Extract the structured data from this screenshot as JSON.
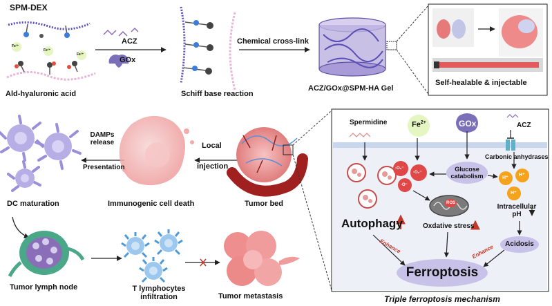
{
  "colors": {
    "polymer_purple": "#5b4fb5",
    "hyaluronic_pink": "#e8b7d6",
    "hydrogel_lavender": "#9e8ad0",
    "tumor_red": "#c0392b",
    "cell_pink": "#f3a8a8",
    "dc_purple": "#9a8fd8",
    "tcell_blue": "#4f9bd8",
    "membrane_blue": "#c9d7ee",
    "panel_bg": "#eef0f8",
    "ferroptosis_bubble": "#c8c2e8",
    "fe_green": "#e6f6c2",
    "gox_purple": "#7a6fb8",
    "h_orange": "#f5a21c",
    "enhance_red": "#c0392b"
  },
  "top": {
    "spm_dex": "SPM-DEX",
    "acz": "ACZ",
    "gox": "GOx",
    "ald_hyaluronic_acid": "Ald-hyaluronic acid",
    "schiff_base": "Schiff base reaction",
    "chemical_crosslink": "Chemical cross-link",
    "gel_name": "ACZ/GOx@SPM-HA Gel",
    "self_healable": "Self-healable & injectable",
    "fe_ion": "Fe²⁺"
  },
  "left": {
    "damps": "DAMPs\nrelease",
    "presentation": "Presentation",
    "local": "Local",
    "injection": "injection",
    "dc_maturation": "DC maturation",
    "icd": "Immunogenic cell death",
    "tumor_bed": "Tumor bed",
    "tumor_lymph_node": "Tumor lymph node",
    "t_lymph": "T lymphocytes\ninfiltration",
    "tumor_metastasis": "Tumor metastasis"
  },
  "mech": {
    "spermidine": "Spermidine",
    "fe": "Fe",
    "fe_sup": "2+",
    "gox": "GOx",
    "acz": "ACZ",
    "carbonic": "Carbonic anhydrases",
    "glucose": "Glucose\ncatabolism",
    "ros_o2": "·O₂⁻",
    "ros_o2b": "·O₂⁻",
    "ros_oh": "·O⁻",
    "ros_label": "ROS",
    "h_plus": "H⁺",
    "intracellular_ph": "Intracellular\npH",
    "autophagy": "Autophagy",
    "oxidative_stress": "Oxdative stress",
    "acidosis": "Acidosis",
    "enhance_left": "Enhance",
    "enhance_right": "Enhance",
    "ferroptosis": "Ferroptosis",
    "title": "Triple ferroptosis mechanism"
  }
}
